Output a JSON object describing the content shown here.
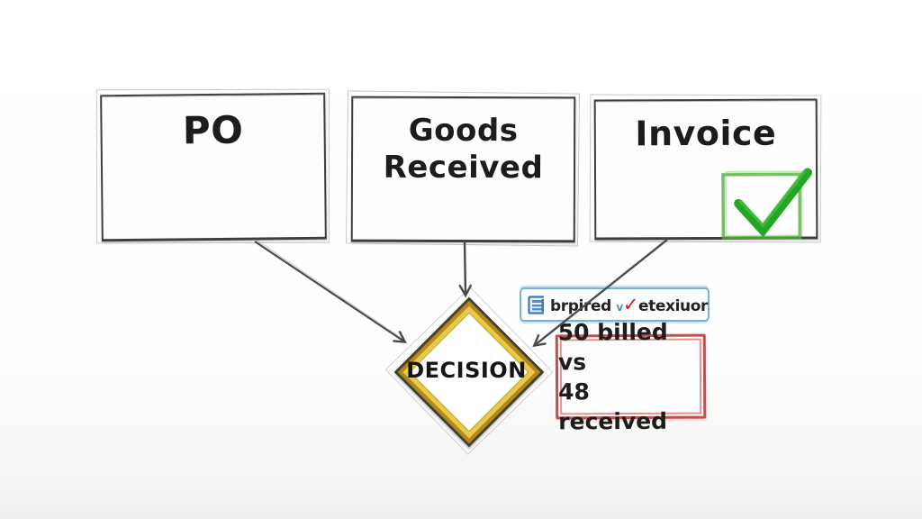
{
  "boxes": [
    {
      "label": "PO"
    },
    {
      "label": "Goods Received"
    },
    {
      "label": "Invoice"
    }
  ],
  "invoice_check": {
    "icon": "checkmark-icon"
  },
  "decision": {
    "label": "DECISION"
  },
  "verified_tag": {
    "icon": "document-icon",
    "text_before": "brpired",
    "small_check": "v",
    "check": "✓",
    "text_after": "etexiuor"
  },
  "mismatch_note": {
    "line1": "50 billed vs",
    "line2": "48 received"
  },
  "colors": {
    "arrow": "#4a4a4a",
    "box_border": "#3e3e3e",
    "decision_gold": "#e9c84a",
    "check_green": "#23a623",
    "tag_blue": "#79b0d9",
    "note_red": "#cb4b4b"
  }
}
